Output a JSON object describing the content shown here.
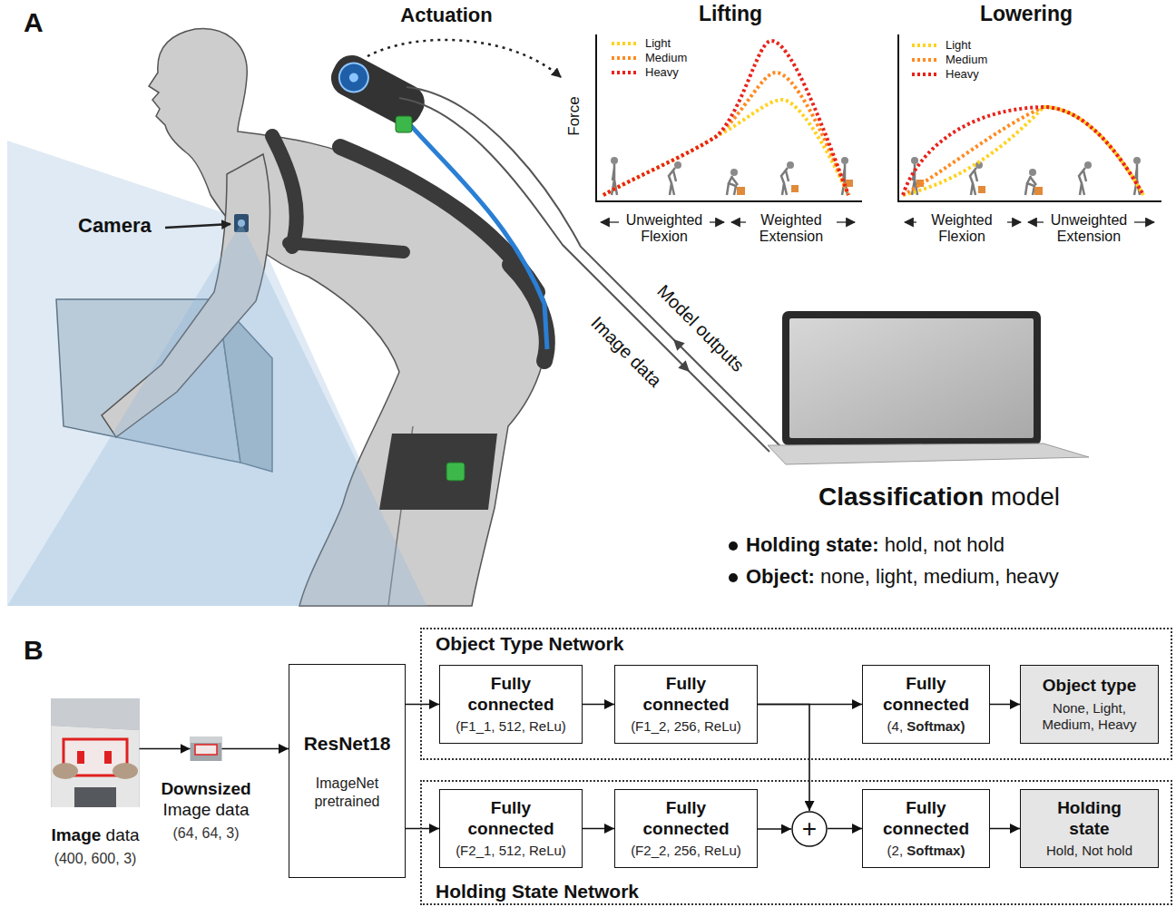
{
  "diagram": {
    "nodes": [
      {
        "text": [
          "Image data",
          "(400, 600, 3)"
        ]
      },
      {
        "text": [
          "Downsized Image data",
          "(64, 64, 3)"
        ]
      },
      {
        "text": [
          "ResNet18",
          "ImageNet pretrained"
        ]
      },
      {
        "text": [
          "Object Type Network"
        ]
      },
      {
        "text": [
          "Fully connected",
          "(F1_1, 512, ReLu)"
        ],
        "in": 3
      },
      {
        "text": [
          "Fully connected",
          "(F1_2, 256, ReLu)"
        ],
        "in": 3
      },
      {
        "text": [
          "Fully connected",
          "(4, Softmax)"
        ],
        "in": 3
      },
      {
        "text": [
          "Object type",
          "None, Light, Medium, Heavy"
        ],
        "in": 3
      },
      {
        "text": [
          "Holding State Network"
        ]
      },
      {
        "text": [
          "Fully connected",
          "(F2_1, 512, ReLu)"
        ],
        "in": 8
      },
      {
        "text": [
          "Fully connected",
          "(F2_2, 256, ReLu)"
        ],
        "in": 8
      },
      {
        "text": [
          "+"
        ],
        "in": 8
      },
      {
        "text": [
          "Fully connected",
          "(2, Softmax)"
        ],
        "in": 8
      },
      {
        "text": [
          "Holding state",
          "Hold, Not hold"
        ],
        "in": 8
      }
    ],
    "edges": [
      {
        "from": 0,
        "to": 1,
        "arrow": "to"
      },
      {
        "from": 1,
        "to": 2,
        "arrow": "to"
      },
      {
        "from": 2,
        "to": 4,
        "arrow": "to"
      },
      {
        "from": 4,
        "to": 5,
        "arrow": "to"
      },
      {
        "from": 5,
        "to": 6,
        "arrow": "to"
      },
      {
        "from": 6,
        "to": 7,
        "arrow": "to"
      },
      {
        "from": 2,
        "to": 9,
        "arrow": "to"
      },
      {
        "from": 9,
        "to": 10,
        "arrow": "to"
      },
      {
        "from": 10,
        "to": 11,
        "arrow": "to"
      },
      {
        "from": 5,
        "to": 11,
        "arrow": "to"
      },
      {
        "from": 11,
        "to": 12,
        "arrow": "to"
      },
      {
        "from": 12,
        "to": 13,
        "arrow": "to"
      }
    ],
    "labels": [
      "A",
      "Actuation",
      "Lifting",
      "Force",
      "Unweighted Flexion",
      "Weighted Extension",
      "Lowering",
      "Weighted Flexion",
      "Unweighted Extension",
      "Camera",
      "Image data",
      "Model outputs",
      "Classification model",
      "Holding state: hold, not hold",
      "Object: none, light, medium, heavy",
      "B"
    ],
    "legend": [
      {
        "text": "Light"
      },
      {
        "text": "Medium"
      },
      {
        "text": "Heavy"
      },
      {
        "text": "Light"
      },
      {
        "text": "Medium"
      },
      {
        "text": "Heavy"
      }
    ]
  }
}
